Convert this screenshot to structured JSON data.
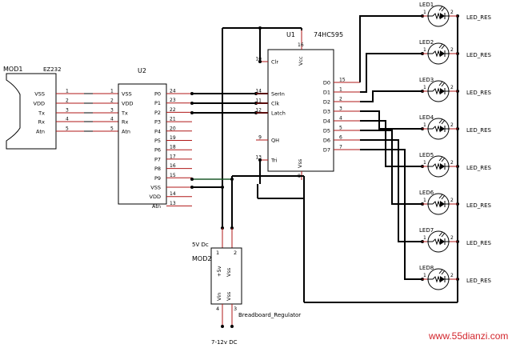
{
  "mod1": {
    "ref": "MOD1",
    "part": "EZ232",
    "pins": [
      {
        "num": "1",
        "name": "VSS"
      },
      {
        "num": "2",
        "name": "VDD"
      },
      {
        "num": "3",
        "name": "Tx"
      },
      {
        "num": "4",
        "name": "Rx"
      },
      {
        "num": "5",
        "name": "Atn"
      }
    ]
  },
  "u2": {
    "ref": "U2",
    "left_pins": [
      {
        "num": "1",
        "name": "VSS"
      },
      {
        "num": "2",
        "name": "VDD"
      },
      {
        "num": "3",
        "name": "Tx"
      },
      {
        "num": "4",
        "name": "Rx"
      },
      {
        "num": "5",
        "name": "Atn"
      }
    ],
    "right_pins": [
      {
        "num": "24",
        "name": "P0"
      },
      {
        "num": "23",
        "name": "P1"
      },
      {
        "num": "22",
        "name": "P2"
      },
      {
        "num": "21",
        "name": "P3"
      },
      {
        "num": "20",
        "name": "P4"
      },
      {
        "num": "19",
        "name": "P5"
      },
      {
        "num": "18",
        "name": "P6"
      },
      {
        "num": "17",
        "name": "P7"
      },
      {
        "num": "16",
        "name": "P8"
      },
      {
        "num": "15",
        "name": "P9"
      },
      {
        "num": "",
        "name": "VSS"
      },
      {
        "num": "14",
        "name": "VDD"
      },
      {
        "num": "13",
        "name": "Atn"
      }
    ]
  },
  "u1": {
    "ref": "U1",
    "part": "74HC595",
    "vcc": {
      "num": "16",
      "name": "Vcc"
    },
    "vss": {
      "num": "8",
      "name": "Vss"
    },
    "left_pins": [
      {
        "num": "10",
        "name": "Clr"
      },
      {
        "num": "14",
        "name": "SerIn"
      },
      {
        "num": "11",
        "name": "Clk"
      },
      {
        "num": "12",
        "name": "Latch"
      },
      {
        "num": "9",
        "name": "QH"
      },
      {
        "num": "13",
        "name": "Tri"
      }
    ],
    "right_pins": [
      {
        "num": "15",
        "name": "D0"
      },
      {
        "num": "1",
        "name": "D1"
      },
      {
        "num": "2",
        "name": "D2"
      },
      {
        "num": "3",
        "name": "D3"
      },
      {
        "num": "4",
        "name": "D4"
      },
      {
        "num": "5",
        "name": "D5"
      },
      {
        "num": "6",
        "name": "D6"
      },
      {
        "num": "7",
        "name": "D7"
      }
    ]
  },
  "leds": [
    {
      "ref": "LED1",
      "value": "LED_RES",
      "pin_left": "1",
      "pin_right": "2"
    },
    {
      "ref": "LED2",
      "value": "LED_RES",
      "pin_left": "1",
      "pin_right": "2"
    },
    {
      "ref": "LED3",
      "value": "LED_RES",
      "pin_left": "1",
      "pin_right": "2"
    },
    {
      "ref": "LED4",
      "value": "LED_RES",
      "pin_left": "1",
      "pin_right": "2"
    },
    {
      "ref": "LED5",
      "value": "LED_RES",
      "pin_left": "1",
      "pin_right": "2"
    },
    {
      "ref": "LED6",
      "value": "LED_RES",
      "pin_left": "1",
      "pin_right": "2"
    },
    {
      "ref": "LED7",
      "value": "LED_RES",
      "pin_left": "1",
      "pin_right": "2"
    },
    {
      "ref": "LED8",
      "value": "LED_RES",
      "pin_left": "1",
      "pin_right": "2"
    }
  ],
  "mod2": {
    "ref": "MOD2",
    "part": "Breadboard_Regulator",
    "top_pins": [
      {
        "num": "1",
        "name": "+5v"
      },
      {
        "num": "2",
        "name": "Vss"
      }
    ],
    "bottom_pins": [
      {
        "num": "4",
        "name": "Vin"
      },
      {
        "num": "3",
        "name": "Vss"
      }
    ]
  },
  "labels": {
    "supply_out": "5V Dc",
    "supply_in": "7-12v DC"
  },
  "watermark": "www.55dianzi.com",
  "colors": {
    "wire": "#000000",
    "pin_line": "#b01818",
    "gnd_wire": "#1d5a2a",
    "watermark": "#d2252c"
  }
}
